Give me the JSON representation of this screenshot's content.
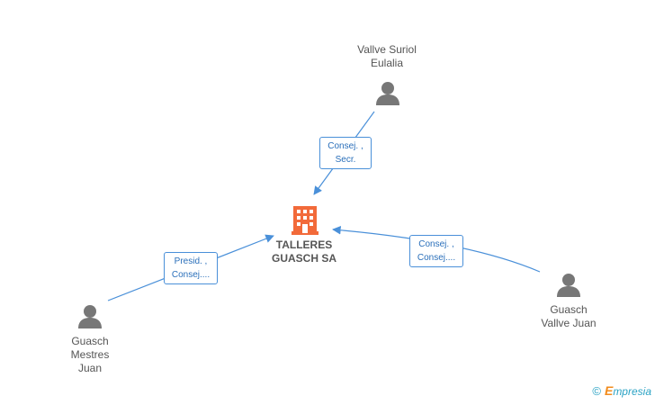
{
  "company": {
    "line1": "TALLERES",
    "line2": "GUASCH SA",
    "icon": "building-icon",
    "color": "#f26a3a"
  },
  "people": [
    {
      "id": "vallve-suriol",
      "lines": [
        "Vallve Suriol",
        "Eulalia"
      ],
      "icon": "person-icon"
    },
    {
      "id": "guasch-mestres",
      "lines": [
        "Guasch",
        "Mestres",
        "Juan"
      ],
      "icon": "person-icon"
    },
    {
      "id": "guasch-vallve",
      "lines": [
        "Guasch",
        "Vallve Juan"
      ],
      "icon": "person-icon"
    }
  ],
  "roles": [
    {
      "from": "vallve-suriol",
      "lines": [
        "Consej. ,",
        "Secr."
      ]
    },
    {
      "from": "guasch-mestres",
      "lines": [
        "Presid. ,",
        "Consej...."
      ]
    },
    {
      "from": "guasch-vallve",
      "lines": [
        "Consej. ,",
        "Consej...."
      ]
    }
  ],
  "colors": {
    "edge": "#4a90d9",
    "person": "#777777",
    "text": "#555555"
  },
  "footer": {
    "copyright": "©",
    "brand_e": "E",
    "brand_rest": "mpresia"
  }
}
